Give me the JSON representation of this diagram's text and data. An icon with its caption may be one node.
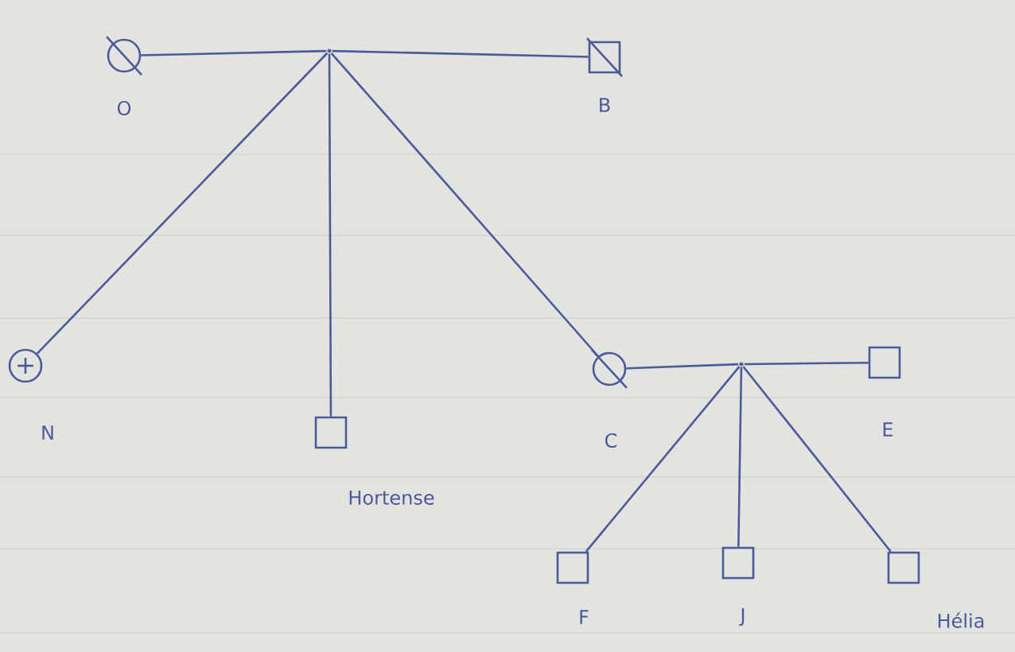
{
  "diagram": {
    "nodes": [
      {
        "text": [
          "O"
        ]
      },
      {
        "text": [],
        "shape": "dot"
      },
      {
        "text": [
          "B"
        ]
      },
      {
        "text": [
          "N"
        ]
      },
      {
        "text": [
          "Hortense"
        ]
      },
      {
        "text": [
          "C"
        ]
      },
      {
        "text": [],
        "shape": "dot"
      },
      {
        "text": [
          "E"
        ]
      },
      {
        "text": [
          "F"
        ]
      },
      {
        "text": [
          "J"
        ]
      },
      {
        "text": [
          "Hélia"
        ]
      }
    ],
    "edges": [
      {
        "from": 0,
        "to": 1,
        "arrow": "none"
      },
      {
        "from": 1,
        "to": 2,
        "arrow": "none"
      },
      {
        "from": 1,
        "to": 3,
        "arrow": "none"
      },
      {
        "from": 1,
        "to": 4,
        "arrow": "none"
      },
      {
        "from": 1,
        "to": 5,
        "arrow": "none"
      },
      {
        "from": 5,
        "to": 6,
        "arrow": "none"
      },
      {
        "from": 6,
        "to": 7,
        "arrow": "none"
      },
      {
        "from": 6,
        "to": 8,
        "arrow": "none"
      },
      {
        "from": 6,
        "to": 9,
        "arrow": "none"
      },
      {
        "from": 6,
        "to": 10,
        "arrow": "none"
      }
    ]
  }
}
